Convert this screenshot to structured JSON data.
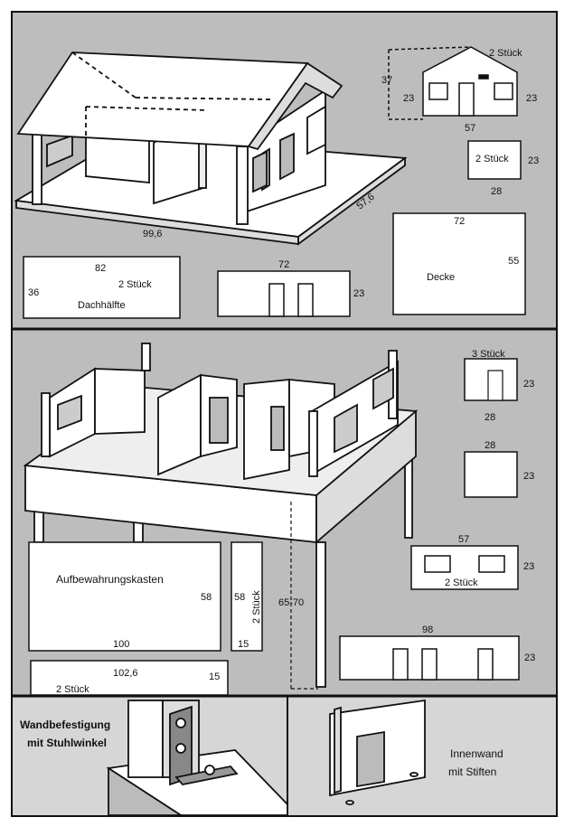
{
  "top_section": {
    "house_width": "99,6",
    "house_depth": "57,6",
    "gable": {
      "count": "2 Stück",
      "height": "37",
      "side_left": "23",
      "side_right": "23",
      "width": "57"
    },
    "small_wall": {
      "count": "2 Stück",
      "height": "23",
      "width": "28"
    },
    "ceiling": {
      "width": "72",
      "height": "55",
      "name": "Decke"
    },
    "roof_half": {
      "width": "82",
      "count": "2 Stück",
      "height": "36",
      "name": "Dachhälfte"
    },
    "long_wall": {
      "width": "72",
      "height": "23"
    }
  },
  "middle_section": {
    "wall_a": {
      "count": "3 Stück",
      "height": "23",
      "width": "28"
    },
    "wall_b": {
      "width": "28",
      "height": "23"
    },
    "wall_c": {
      "width": "57",
      "height": "23",
      "count": "2 Stück"
    },
    "wall_d": {
      "width": "98",
      "height": "23"
    },
    "storage_box": {
      "name": "Aufbewahrungskasten",
      "height": "58",
      "width": "100"
    },
    "side_strip": {
      "height": "58",
      "count": "2 Stück",
      "width": "15"
    },
    "front_strip": {
      "width": "102,6",
      "height": "15",
      "count": "2 Stück"
    },
    "leg_height": "65-70"
  },
  "bottom_section": {
    "bracket_title_line1": "Wandbefestigung",
    "bracket_title_line2": "mit Stuhlwinkel",
    "inner_wall_line1": "Innenwand",
    "inner_wall_line2": "mit Stiften"
  }
}
